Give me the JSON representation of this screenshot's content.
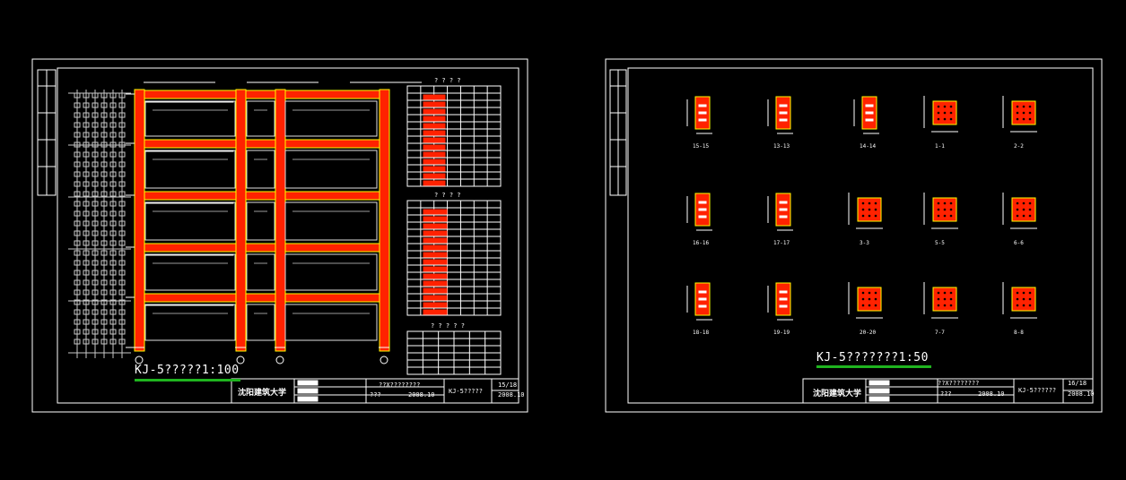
{
  "sheets": [
    {
      "id": "left",
      "drawing_title": "KJ-5?????1:100",
      "title_block": {
        "university": "沈阳建筑大学",
        "drawing_name": "??X????????",
        "drawing_no": "KJ-5?????",
        "designer_mark": "???",
        "date": "2008.10",
        "sheet_no": "15/18",
        "date2": "2008.10"
      }
    },
    {
      "id": "right",
      "drawing_title": "KJ-5???????1:50",
      "title_block": {
        "university": "沈阳建筑大学",
        "drawing_name": "??X????????",
        "drawing_no": "KJ-5??????",
        "designer_mark": "???",
        "date": "2008.10",
        "sheet_no": "16/18",
        "date2": "2008.10"
      }
    }
  ],
  "section_labels": [
    "15-15",
    "13-13",
    "14-14",
    "1-1",
    "2-2",
    "16-16",
    "17-17",
    "3-3",
    "5-5",
    "6-6",
    "18-18",
    "19-19",
    "20-20",
    "7-7",
    "8-8"
  ],
  "colors": {
    "background": "#000000",
    "frame": "#ffffff",
    "concrete": "#ff2200",
    "outline": "#ffff00",
    "scale_underline": "#1fb41f"
  }
}
